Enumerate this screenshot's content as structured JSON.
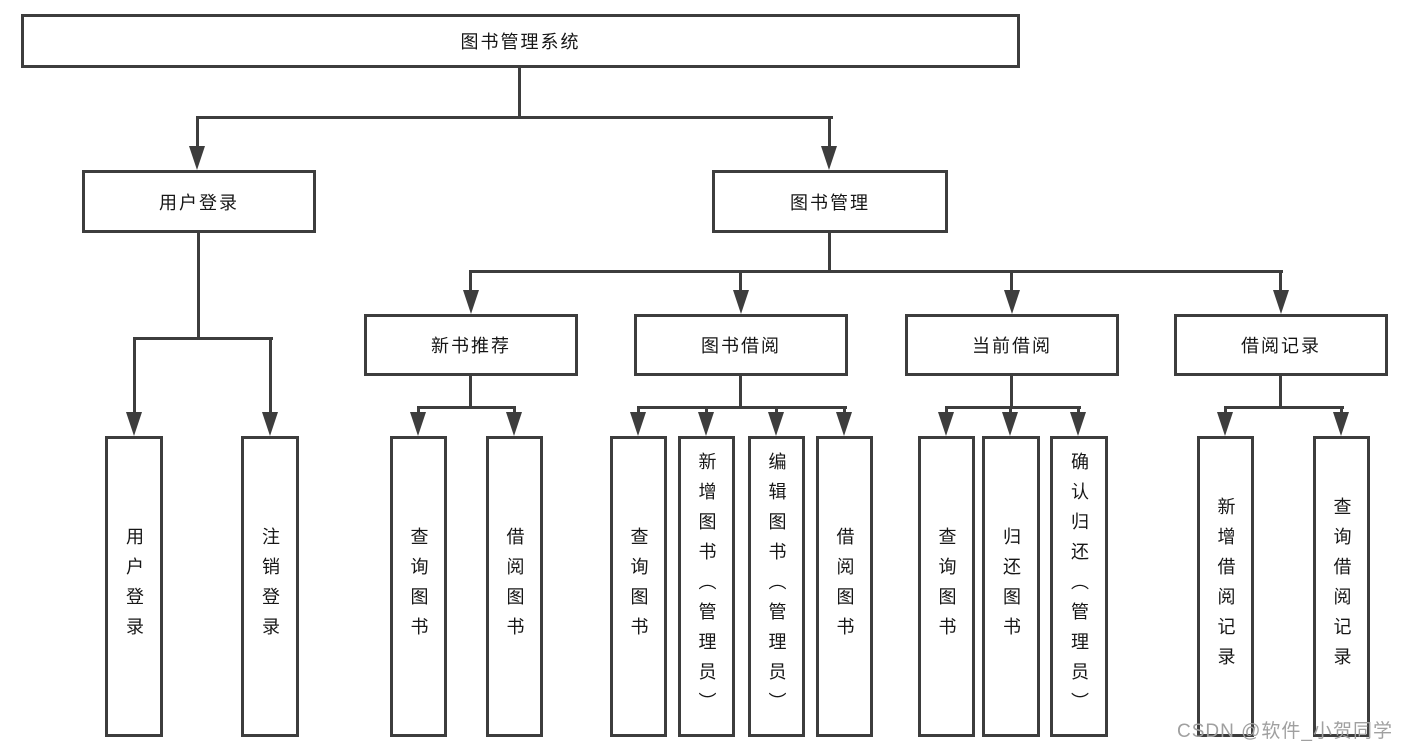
{
  "tree": {
    "root": "图书管理系统",
    "branches": [
      {
        "label": "用户登录",
        "children": [
          "用户登录",
          "注销登录"
        ]
      },
      {
        "label": "图书管理",
        "groups": [
          {
            "label": "新书推荐",
            "children": [
              "查询图书",
              "借阅图书"
            ]
          },
          {
            "label": "图书借阅",
            "children": [
              "查询图书",
              "新增图书（管理员）",
              "编辑图书（管理员）",
              "借阅图书"
            ]
          },
          {
            "label": "当前借阅",
            "children": [
              "查询图书",
              "归还图书",
              "确认归还（管理员）"
            ]
          },
          {
            "label": "借阅记录",
            "children": [
              "新增借阅记录",
              "查询借阅记录"
            ]
          }
        ]
      }
    ]
  },
  "watermark": {
    "text": "CSDN @软件_小贺同学"
  },
  "colors": {
    "line": "#3d3d3d",
    "text": "#161616",
    "watermark": "#a0a0a0",
    "background": "#ffffff"
  }
}
